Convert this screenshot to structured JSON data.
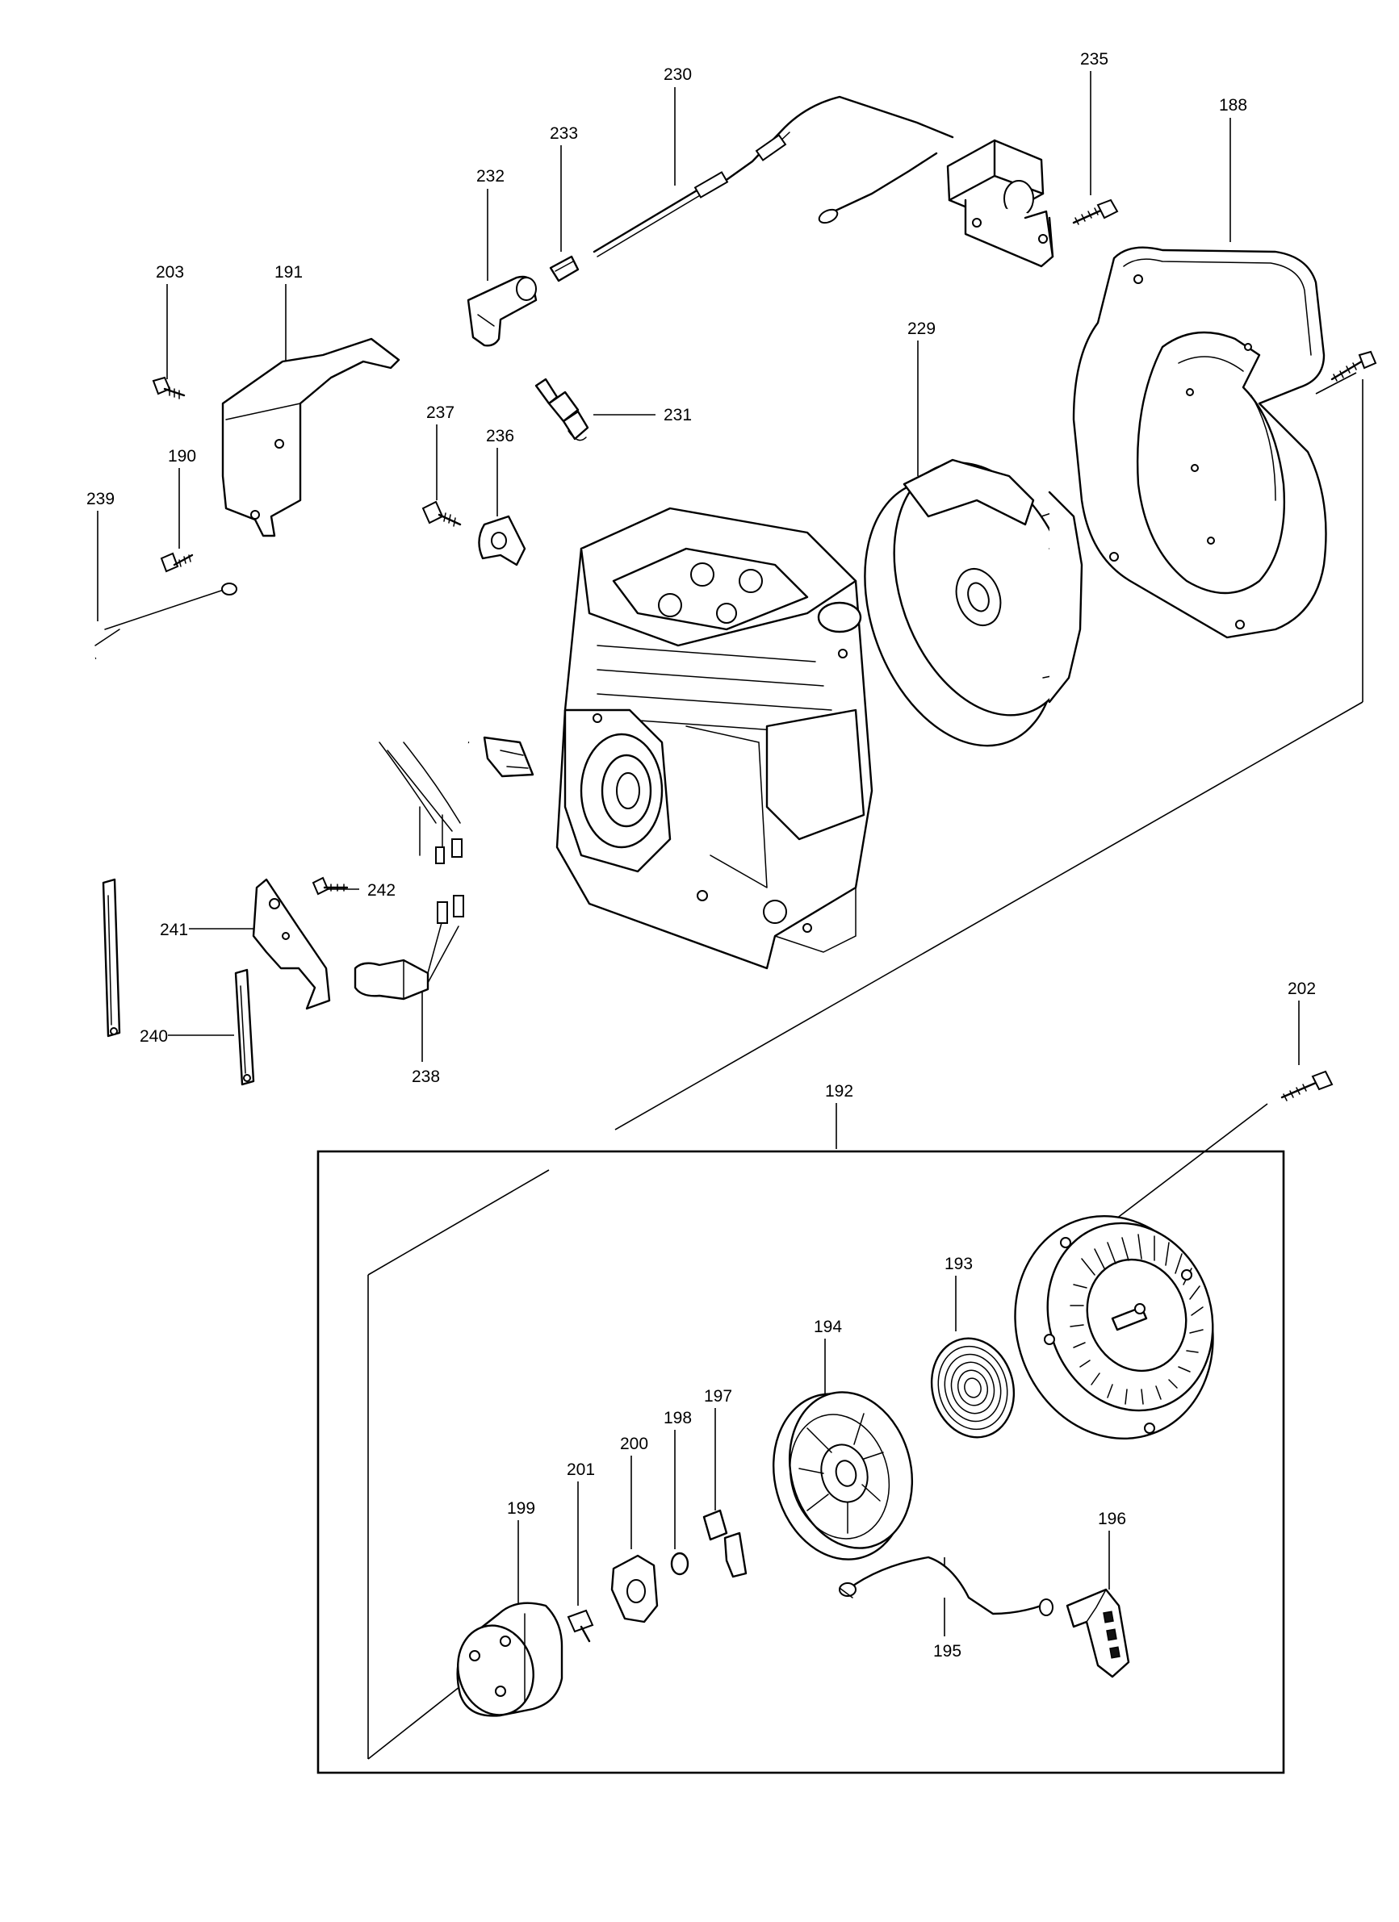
{
  "callouts": {
    "c188": "188",
    "c190": "190",
    "c191": "191",
    "c192": "192",
    "c193": "193",
    "c194": "194",
    "c195": "195",
    "c196": "196",
    "c197": "197",
    "c198": "198",
    "c199": "199",
    "c200": "200",
    "c201": "201",
    "c202": "202",
    "c203": "203",
    "c229": "229",
    "c230": "230",
    "c231": "231",
    "c232": "232",
    "c233": "233",
    "c235": "235",
    "c236": "236",
    "c237": "237",
    "c238": "238",
    "c239": "239",
    "c240": "240",
    "c241": "241",
    "c242": "242"
  }
}
